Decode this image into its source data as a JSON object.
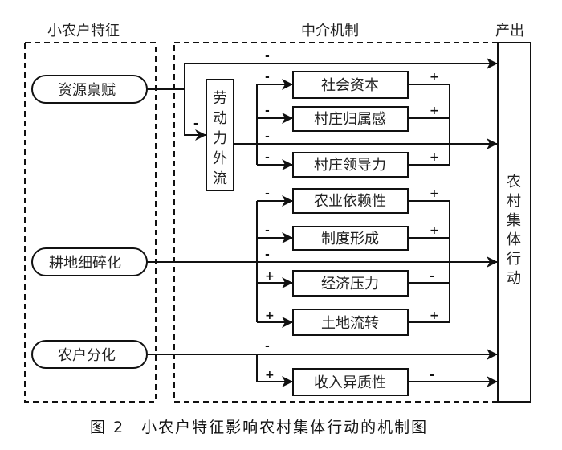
{
  "sections": {
    "left_title": "小农户特征",
    "middle_title": "中介机制",
    "right_title": "产出"
  },
  "inputs": [
    "资源禀赋",
    "耕地细碎化",
    "农户分化"
  ],
  "labor_box": [
    "劳",
    "动",
    "力",
    "外",
    "流"
  ],
  "mediators": {
    "social_capital": "社会资本",
    "belonging": "村庄归属感",
    "leadership": "村庄领导力",
    "agri_dependence": "农业依赖性",
    "institution": "制度形成",
    "economic_pressure": "经济压力",
    "land_transfer": "土地流转",
    "income_hetero": "收入异质性"
  },
  "output_box": [
    "农",
    "村",
    "集",
    "体",
    "行",
    "动"
  ],
  "signs": {
    "res_direct": "-",
    "res_to_labor": "-",
    "labor_social": "-",
    "labor_belong": "-",
    "labor_direct": "-",
    "labor_leader": "-",
    "social_out": "+",
    "belong_out": "+",
    "leader_out": "+",
    "frag_agri": "-",
    "frag_inst": "-",
    "frag_direct": "-",
    "frag_econ": "+",
    "frag_land": "+",
    "agri_out": "+",
    "inst_out": "+",
    "econ_out": "-",
    "land_out": "+",
    "div_direct": "-",
    "div_income": "+",
    "income_out": "-"
  },
  "caption": "图 2　小农户特征影响农村集体行动的机制图"
}
